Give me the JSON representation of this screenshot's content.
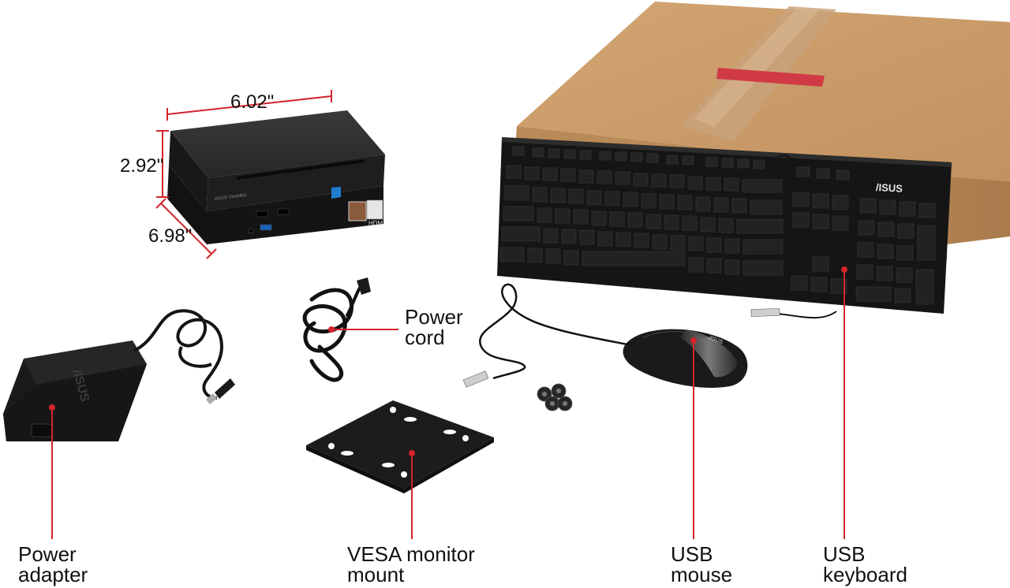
{
  "dimensions": {
    "width": "6.02\"",
    "height": "2.92\"",
    "depth": "6.98\""
  },
  "labels": {
    "power_cord": [
      "Power",
      "cord"
    ],
    "power_adapter": [
      "Power",
      "adapter"
    ],
    "vesa_mount": [
      "VESA monitor",
      "mount"
    ],
    "usb_mouse": [
      "USB",
      "mouse"
    ],
    "usb_keyboard": [
      "USB",
      "keyboard"
    ]
  },
  "brand": {
    "keyboard_logo": "/ISUS",
    "pc_badge": "HDMI",
    "pc_model": "ASUS VivoMini"
  },
  "colors": {
    "callout": "#d4242b",
    "device": "#1c1c1c",
    "box": "#c79a67",
    "tape": "#b98a5a"
  }
}
